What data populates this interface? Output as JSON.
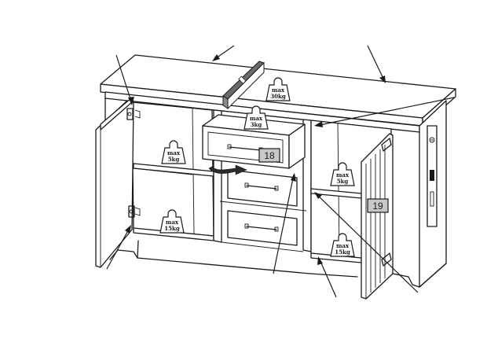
{
  "weights": [
    {
      "id": "top",
      "line1": "max",
      "line2": "30kg"
    },
    {
      "id": "upper-shelf",
      "line1": "max",
      "line2": "3kg"
    },
    {
      "id": "left-shelf",
      "line1": "max",
      "line2": "5kg"
    },
    {
      "id": "left-bottom",
      "line1": "max",
      "line2": "15kg"
    },
    {
      "id": "right-shelf",
      "line1": "max",
      "line2": "5kg"
    },
    {
      "id": "right-bottom",
      "line1": "max",
      "line2": "15kg"
    }
  ],
  "callouts": {
    "drawer": "18",
    "door": "19"
  }
}
